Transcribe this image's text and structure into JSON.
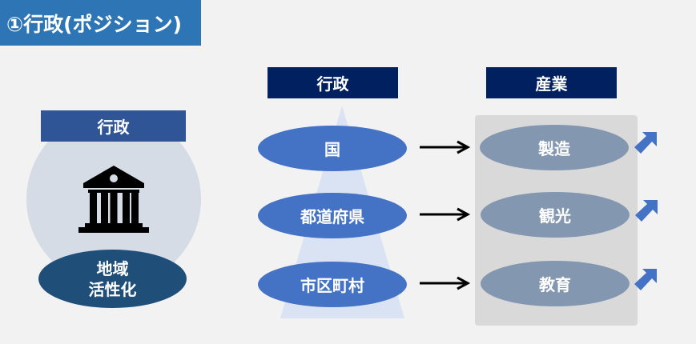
{
  "title": "①行政(ポジション)",
  "left_panel": {
    "header": "行政",
    "icon": "government-building-icon",
    "ellipse_lines": [
      "地域",
      "活性化"
    ]
  },
  "government": {
    "header": "行政",
    "levels": [
      "国",
      "都道府県",
      "市区町村"
    ]
  },
  "industry": {
    "header": "産業",
    "sectors": [
      "製造",
      "観光",
      "教育"
    ],
    "trend_icon": "up-right-arrow-icon"
  },
  "colors": {
    "title_bg": "#2e75b6",
    "header_dark": "#002060",
    "header_left": "#2f5597",
    "level_ellipse": "#4472c4",
    "sector_ellipse": "#8497b0",
    "local_ellipse": "#1f4e79",
    "trend_arrow": "#4472c4"
  }
}
